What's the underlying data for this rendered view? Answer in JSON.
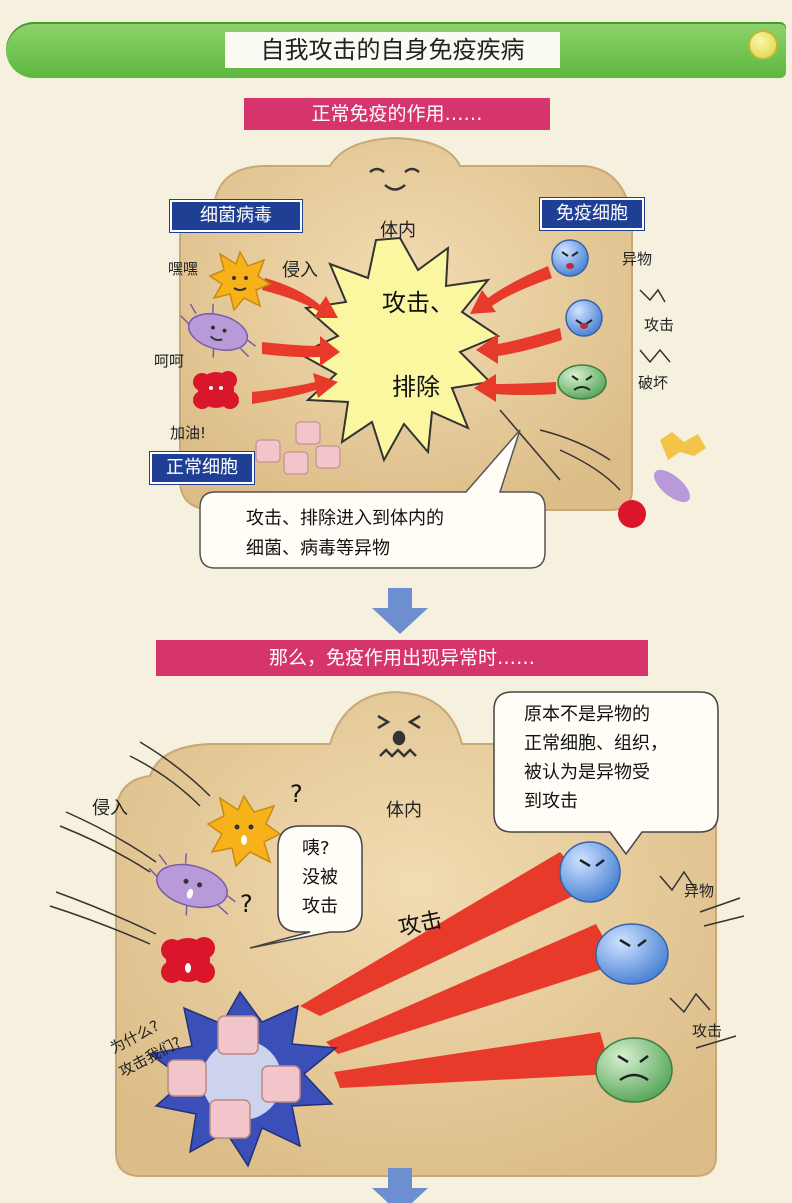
{
  "header": {
    "title": "自我攻击的自身免疫疾病"
  },
  "section1": {
    "banner": "正常免疫的作用……",
    "label_bacteria_virus": "细菌病毒",
    "label_immune_cells": "免疫细胞",
    "label_normal_cells": "正常细胞",
    "inside_body": "体内",
    "invade": "侵入",
    "heihei": "嘿嘿",
    "hehe": "呵呵",
    "jiayou": "加油!",
    "foreign": "异物",
    "attack": "攻击",
    "destroy": "破坏",
    "center_line1": "攻击、",
    "center_line2": "排除",
    "caption_line1": "攻击、排除进入到体内的",
    "caption_line2": "细菌、病毒等异物"
  },
  "section2": {
    "banner": "那么，免疫作用出现异常时……",
    "inside_body": "体内",
    "invade": "侵入",
    "question": "?",
    "attack_big": "攻击",
    "foreign": "异物",
    "attack_small": "攻击",
    "why_line1": "为什么?",
    "why_line2": "攻击我们?",
    "bubble_left_line1": "咦?",
    "bubble_left_line2": "没被",
    "bubble_left_line3": "攻击",
    "bubble_right_line1": "原本不是异物的",
    "bubble_right_line2": "正常细胞、组织，",
    "bubble_right_line3": "被认为是异物受",
    "bubble_right_line4": "到攻击"
  },
  "colors": {
    "title_green": "#5cb83d",
    "banner_pink": "#d6346d",
    "label_navy": "#1f3f95",
    "body_tan": "#e8cfa0",
    "arrow_red": "#e83a2a",
    "down_arrow_blue": "#6d8fcf"
  },
  "icons": [
    "smiley-face-icon",
    "sun-virus-icon",
    "rod-bacteria-icon",
    "red-blob-virus-icon",
    "normal-cell-icon",
    "immune-cell-icon",
    "down-arrow-icon"
  ]
}
